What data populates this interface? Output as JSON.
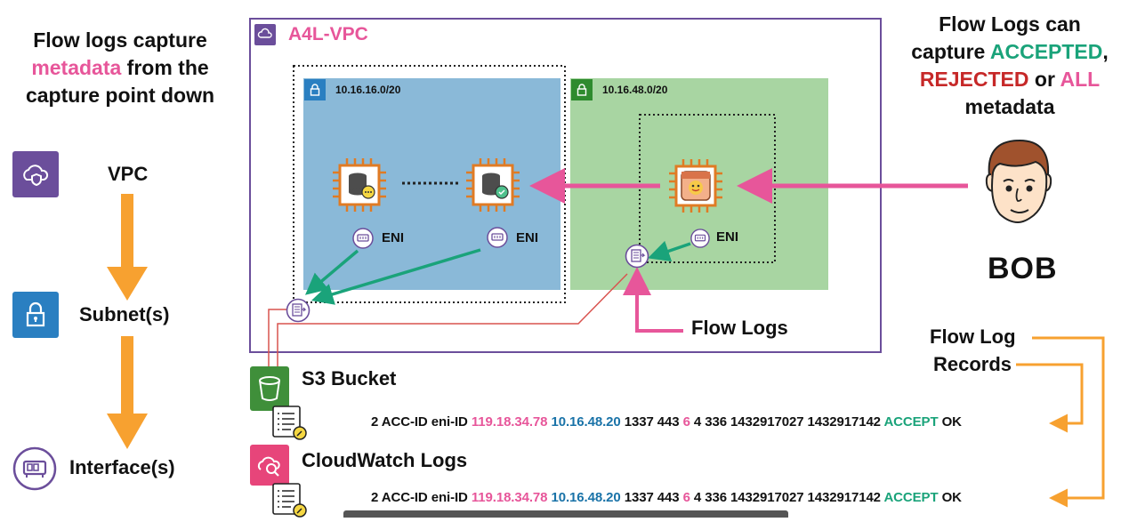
{
  "left_title": {
    "line1": "Flow logs capture",
    "line2_highlight": "metadata",
    "line2_rest": " from the",
    "line3": "capture point down"
  },
  "hierarchy": {
    "vpc_label": "VPC",
    "subnet_label": "Subnet(s)",
    "interface_label": "Interface(s)"
  },
  "vpc": {
    "name": "A4L-VPC"
  },
  "subnets": [
    {
      "cidr": "10.16.16.0/20"
    },
    {
      "cidr": "10.16.48.0/20"
    }
  ],
  "eni_label": "ENI",
  "flow_logs_label": "Flow Logs",
  "right_title": {
    "line1": "Flow Logs can",
    "line2_prefix": "capture ",
    "accepted": "ACCEPTED",
    "line2_suffix": ",",
    "rejected": "REJECTED",
    "or": " or ",
    "all": "ALL",
    "line4": "metadata"
  },
  "person": {
    "name": "BOB"
  },
  "records_label": {
    "line1": "Flow Log",
    "line2": "Records"
  },
  "destinations": {
    "s3": "S3 Bucket",
    "cloudwatch": "CloudWatch Logs"
  },
  "log_record": {
    "prefix": "2 ACC-ID eni-ID",
    "src_ip": "119.18.34.78",
    "dst_ip": "10.16.48.20",
    "ports": "1337 443",
    "protocol": "6",
    "rest": "4 336 1432917027 1432917142",
    "action": "ACCEPT",
    "status": "OK"
  },
  "colors": {
    "vpc_border": "#6b4e9b",
    "subnet_blue": "#8ab9d8",
    "subnet_green": "#a8d5a2",
    "arrow_pink": "#e7569a",
    "arrow_green": "#1aa37a",
    "arrow_orange": "#f7a130",
    "chip_orange": "#e07b24",
    "s3_green": "#3f8f3a",
    "cloudwatch_pink": "#e7457a"
  }
}
